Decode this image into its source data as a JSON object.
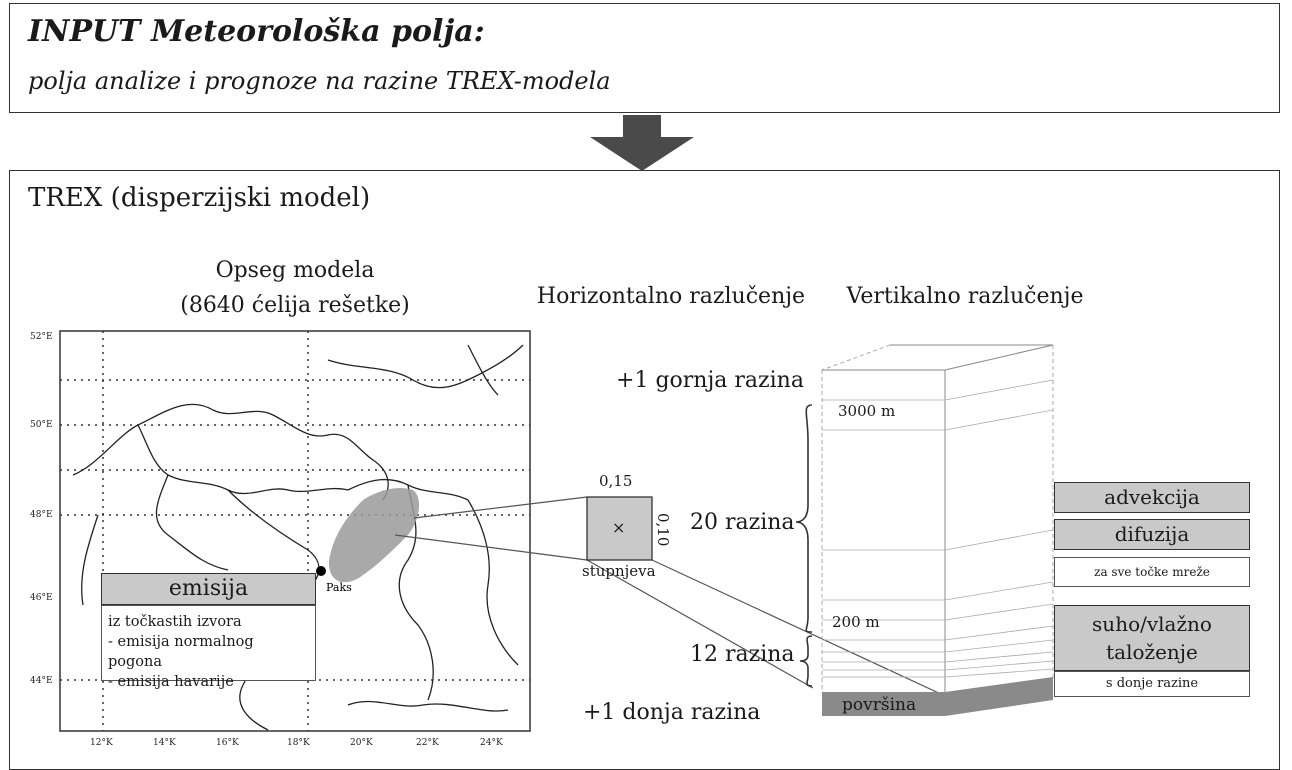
{
  "input": {
    "title": "INPUT Meteorološka polja:",
    "subtitle": "polja analize i prognoze na razine TREX-modela"
  },
  "trex": {
    "title": "TREX (disperzijski model)"
  },
  "domain": {
    "title_line1": "Opseg modela",
    "title_line2": "(8640 ćelija rešetke)",
    "lat_ticks": [
      "52°E",
      "50°E",
      "48°E",
      "46°E",
      "44°E"
    ],
    "lon_ticks": [
      "12°K",
      "14°K",
      "16°K",
      "18°K",
      "20°K",
      "22°K",
      "24°K"
    ],
    "city": "Paks"
  },
  "emission": {
    "title": "emisija",
    "lines": [
      "iz točkastih izvora",
      "- emisija normalnog pogona",
      "- emisija havarije"
    ]
  },
  "horizontal": {
    "title": "Horizontalno razlučenje",
    "top_value": "0,15",
    "side_value": "0,10",
    "unit": "stupnjeva",
    "center_mark": "×"
  },
  "vertical": {
    "title": "Vertikalno razlučenje",
    "upper_level": "+1 gornja razina",
    "lower_level": "+1 donja razina",
    "levels_20": "20 razina",
    "levels_12": "12 razina",
    "height_3000": "3000 m",
    "height_200": "200 m",
    "surface": "površina"
  },
  "processes": {
    "advection": "advekcija",
    "diffusion": "difuzija",
    "all_points": "za sve točke mreže",
    "deposition_line1": "suho/vlažno",
    "deposition_line2": "taloženje",
    "from_lower": "s donje razine"
  },
  "colors": {
    "arrow": "#4a4a4a",
    "box_fill": "#c9c9c9",
    "surface_fill": "#8a8a8a",
    "plume_fill": "#9a9a9a"
  }
}
